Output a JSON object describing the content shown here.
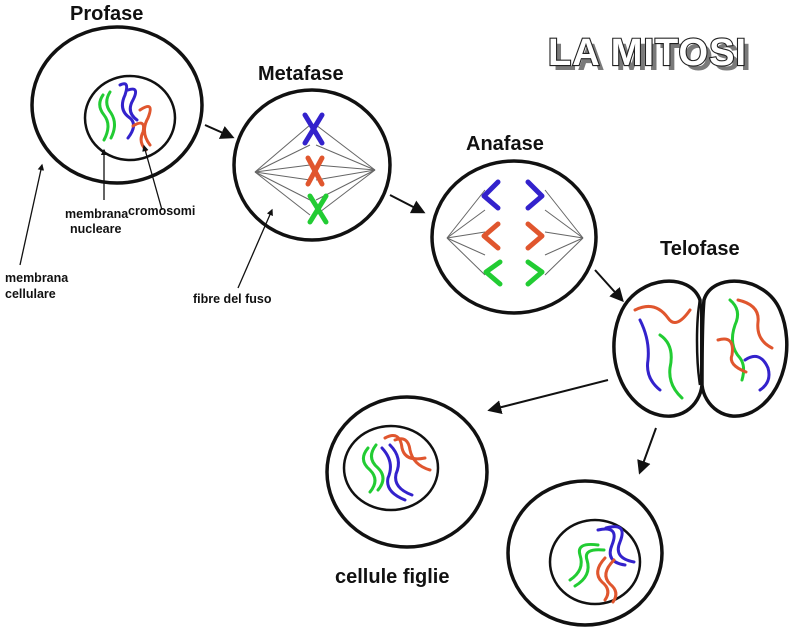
{
  "title": "LA MITOSI",
  "phases": {
    "profase": "Profase",
    "metafase": "Metafase",
    "anafase": "Anafase",
    "telofase": "Telofase"
  },
  "labels": {
    "cromosomi": "cromosomi",
    "membrana_nucleare_1": "membrana",
    "membrana_nucleare_2": "nucleare",
    "membrana_cellulare_1": "membrana",
    "membrana_cellulare_2": "cellulare",
    "fibre_del_fuso": "fibre del fuso",
    "cellule_figlie": "cellule figlie"
  },
  "colors": {
    "chromosome_blue": "#3322cc",
    "chromosome_red": "#e0562e",
    "chromosome_green": "#22cc33",
    "outline": "#111111"
  }
}
